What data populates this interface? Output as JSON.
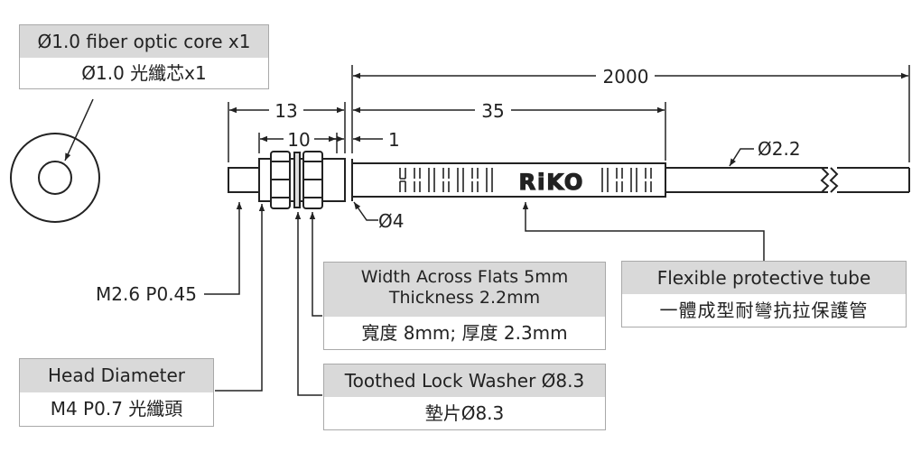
{
  "callouts": {
    "core": {
      "en": "Ø1.0 fiber optic core x1",
      "zh": "Ø1.0 光纖芯x1"
    },
    "flats": {
      "en_line1": "Width Across Flats 5mm",
      "en_line2": "Thickness 2.2mm",
      "zh": "寬度 8mm; 厚度 2.3mm"
    },
    "tube": {
      "en": "Flexible protective tube",
      "zh": "一體成型耐彎抗拉保護管"
    },
    "head": {
      "en": "Head Diameter",
      "zh": "M4 P0.7 光纖頭"
    },
    "washer": {
      "en": "Toothed Lock Washer Ø8.3",
      "zh": "墊片Ø8.3"
    }
  },
  "labels": {
    "thread": "M2.6 P0.45",
    "dia4": "Ø4",
    "dia22": "Ø2.2",
    "brand": "RiKO"
  },
  "dimensions": {
    "total": "2000",
    "d13": "13",
    "d10": "10",
    "d35": "35",
    "d1": "1"
  },
  "colors": {
    "line": "#222222",
    "box_border": "#a9a9a9",
    "box_header": "#d9d9d9"
  }
}
